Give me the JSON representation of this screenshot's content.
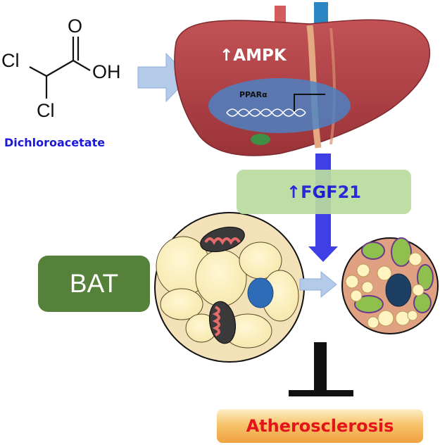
{
  "molecule": {
    "atom_cl_left": "Cl",
    "atom_cl_bottom": "Cl",
    "atom_o": "O",
    "atom_oh": "OH",
    "name": "Dichloroacetate"
  },
  "liver": {
    "ampk_label": "↑AMPK",
    "ppar_label": "PPARα"
  },
  "fgf21_label": "↑FGF21",
  "bat_label": "BAT",
  "outcome_label": "Atherosclerosis",
  "colors": {
    "caption_blue": "#1a1ad6",
    "arrow_light": "#b3cbe8",
    "arrow_strong": "#3f3fe6",
    "liver": "#b2454a",
    "fgf_box": "#b9dc9f",
    "bat_box": "#56813a",
    "outcome_text": "#e3141b"
  }
}
